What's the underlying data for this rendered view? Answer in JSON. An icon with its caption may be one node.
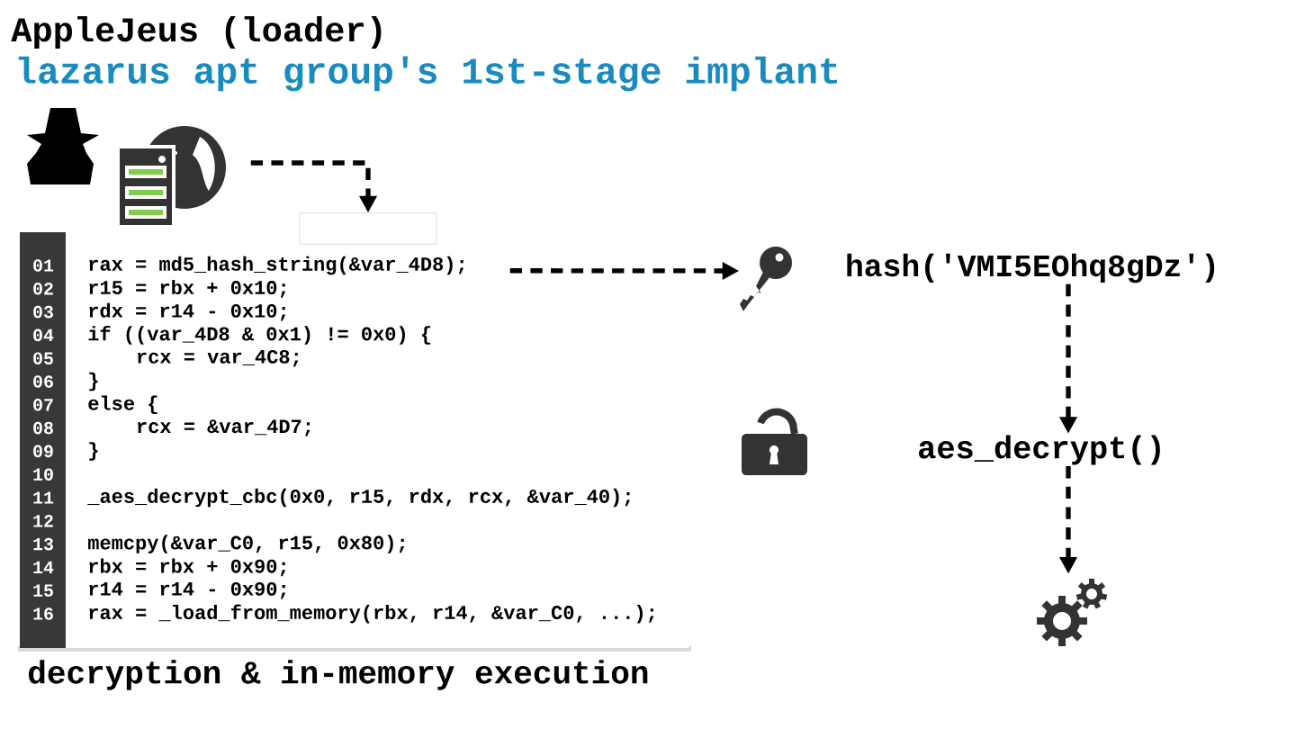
{
  "diagram": {
    "title": "AppleJeus (loader)",
    "caption": "decryption & in-memory execution",
    "nodes": [
      {
        "text": [],
        "shape": "server"
      },
      {
        "text": [],
        "shape": "box"
      },
      {
        "text": [
          "rax = md5_hash_string(&var_4D8);",
          "r15 = rbx + 0x10;",
          "rdx = r14 - 0x10;",
          "if ((var_4D8 & 0x1) != 0x0) {",
          "   rcx = var_4C8;",
          "}",
          "else {",
          "   rcx = &var_4D7;",
          "}",
          "_aes_decrypt_cbc(0x0, r15, rdx, rcx, &var_40);",
          "memcpy(&var_C0, r15, 0x80);",
          "rbx = rbx + 0x90;",
          "r14 = r14 - 0x90;",
          "rax = _load_from_memory(rbx, r14, &var_C0, ...);"
        ]
      },
      {
        "text": [],
        "shape": "key"
      },
      {
        "text": [
          "hash('VMI5EOhq8gDz')"
        ]
      },
      {
        "text": [
          "aes_decrypt()"
        ]
      },
      {
        "text": [],
        "shape": "gear"
      }
    ],
    "edges": [
      {
        "from": 0,
        "to": 1,
        "arrow": "to",
        "style": "dashed"
      },
      {
        "from": 2,
        "to": 3,
        "arrow": "to",
        "style": "dashed"
      },
      {
        "from": 4,
        "to": 5,
        "arrow": "to",
        "style": "dashed"
      },
      {
        "from": 5,
        "to": 6,
        "arrow": "to",
        "style": "dashed"
      }
    ],
    "labels": [
      "lazarus apt group's 1st-stage implant",
      "01",
      "02",
      "03",
      "04",
      "05",
      "06",
      "07",
      "08",
      "09",
      "10",
      "11",
      "12",
      "13",
      "14",
      "15",
      "16"
    ]
  }
}
